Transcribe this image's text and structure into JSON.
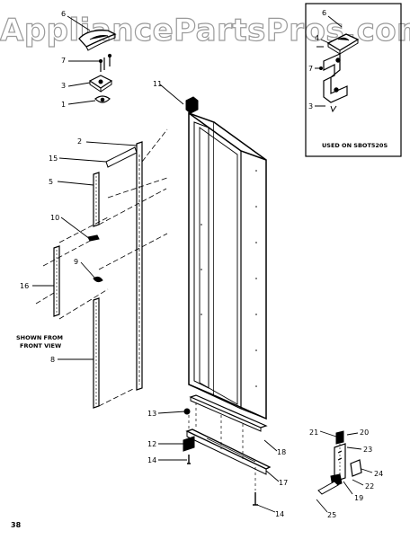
{
  "watermark": "AppliancePartsPros.com",
  "page_number": "38",
  "inset_note": "USED ON SBOT520S",
  "front_view_note": [
    "SHOWN FROM",
    "FRONT VIEW"
  ],
  "callouts": {
    "c6a": "6",
    "c7a": "7",
    "c3a": "3",
    "c1a": "1",
    "c11": "11",
    "c2": "2",
    "c15": "15",
    "c5": "5",
    "c10": "10",
    "c9": "9",
    "c16": "16",
    "c8": "8",
    "c6b": "6",
    "c4b": "4",
    "c7b": "7",
    "c3b": "3",
    "c13": "13",
    "c12": "12",
    "c14a": "14",
    "c18": "18",
    "c17": "17",
    "c14b": "14",
    "c21": "21",
    "c20": "20",
    "c23": "23",
    "c24": "24",
    "c22": "22",
    "c19": "19",
    "c25": "25"
  }
}
